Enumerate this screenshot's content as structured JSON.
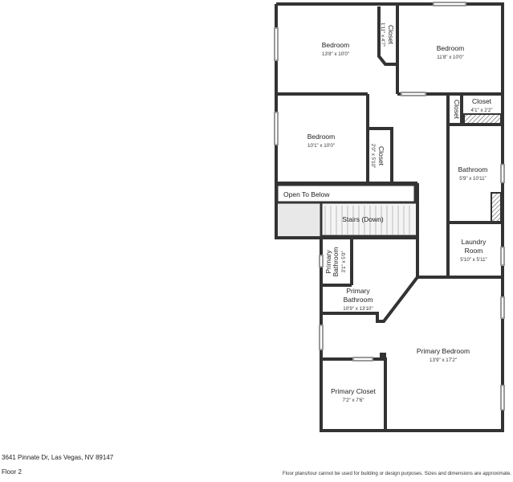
{
  "rooms": [
    {
      "id": "bedroom-1",
      "name": "Bedroom",
      "dims": "13'8\" x 10'0\""
    },
    {
      "id": "bedroom-2",
      "name": "Bedroom",
      "dims": "11'8\" x 10'0\""
    },
    {
      "id": "bedroom-3",
      "name": "Bedroom",
      "dims": "10'1\" x 10'0\""
    },
    {
      "id": "closet-top",
      "name": "Closet",
      "dims": "1'11\" x 4'7\""
    },
    {
      "id": "closet-mid",
      "name": "Closet",
      "dims": "2'0\" x 5'10\""
    },
    {
      "id": "closet-small",
      "name": "Closet",
      "dims": "4'1\" x 2'2\""
    },
    {
      "id": "closet-hall",
      "name": "Closet",
      "dims": ""
    },
    {
      "id": "bathroom",
      "name": "Bathroom",
      "dims": "5'9\" x 10'11\""
    },
    {
      "id": "laundry",
      "name": "Laundry\nRoom",
      "dims": "5'10\" x 5'11\""
    },
    {
      "id": "open-to-below",
      "name": "Open To Below",
      "dims": ""
    },
    {
      "id": "stairs",
      "name": "Stairs (Down)",
      "dims": ""
    },
    {
      "id": "primary-bath-small",
      "name": "Primary\nBathroom",
      "dims": "3'1\" x 5'0\""
    },
    {
      "id": "primary-bath",
      "name": "Primary\nBathroom",
      "dims": "10'9\" x 13'10\""
    },
    {
      "id": "primary-bedroom",
      "name": "Primary Bedroom",
      "dims": "13'9\" x 17'2\""
    },
    {
      "id": "primary-closet",
      "name": "Primary Closet",
      "dims": "7'2\" x 7'6\""
    }
  ],
  "footer": {
    "address": "3641 Pinnate Dr, Las Vegas, NV 89147",
    "floor": "Floor 2",
    "disclaimer": "Floor plans/tour cannot be used for building or design purposes. Sizes and dimensions are approximate."
  },
  "colors": {
    "wall": "#333333",
    "open_area": "#e8e8e8",
    "window": "#9a9a9a",
    "background": "#ffffff"
  }
}
